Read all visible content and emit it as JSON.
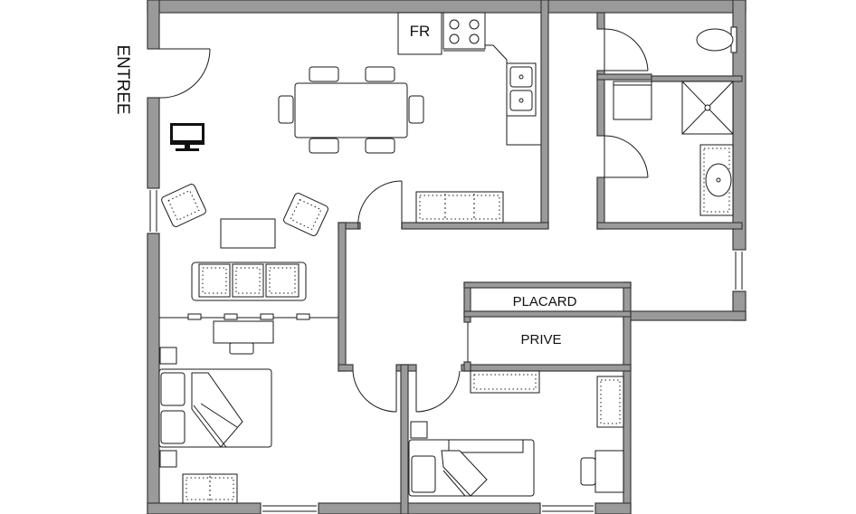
{
  "labels": {
    "entrance": "ENTREE",
    "fridge": "FR",
    "closet": "PLACARD",
    "private": "PRIVE"
  },
  "colors": {
    "wall_fill": "#9a9a9a",
    "wall_stroke": "#3a3a3a",
    "line": "#1a1a1a",
    "background": "#ffffff"
  },
  "icons": {
    "tv": "tv-icon",
    "sofa": "sofa-icon",
    "armchair": "armchair-icon",
    "bed": "bed-icon",
    "table": "dining-table-icon",
    "chair": "chair-icon",
    "stove": "stove-icon",
    "sink": "sink-icon",
    "toilet": "toilet-icon",
    "shower": "shower-icon",
    "washbasin": "washbasin-icon",
    "door": "door-icon"
  }
}
